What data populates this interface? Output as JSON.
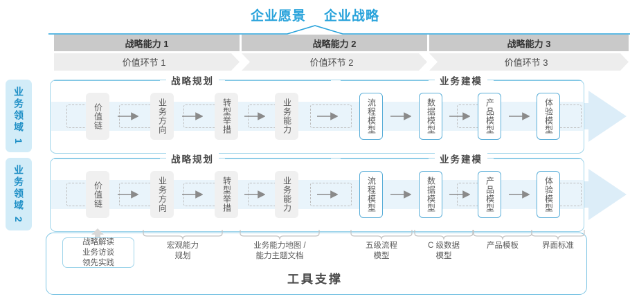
{
  "title": {
    "items": [
      "企业愿景",
      "企业战略"
    ],
    "accent": "#29a3db"
  },
  "capability_bar": {
    "cells": [
      "战略能力 1",
      "战略能力 2",
      "战略能力 3"
    ],
    "bg": "#c9c9c9"
  },
  "value_bar": {
    "cells": [
      "价值环节 1",
      "价值环节 2",
      "价值环节 3"
    ],
    "bg": "#ededed"
  },
  "domains": [
    {
      "label": "业务领域 1"
    },
    {
      "label": "业务领域 2"
    }
  ],
  "sections": {
    "planning": "战略规划",
    "modeling": "业务建模"
  },
  "nodes": {
    "planning": [
      "价值链",
      "业务方向",
      "转型举措",
      "业务能力"
    ],
    "modeling": [
      "流程模型",
      "数据模型",
      "产品模型",
      "体验模型"
    ]
  },
  "tool_support": {
    "title": "工具支撑",
    "boxed_label": "战略解读\n业务访谈\n领先实践",
    "boxed_lines": [
      "战略解读",
      "业务访谈",
      "领先实践"
    ],
    "labels": [
      {
        "lines": [
          "宏观能力",
          "规划"
        ]
      },
      {
        "lines": [
          "业务能力地图 /",
          "能力主题文档"
        ]
      },
      {
        "lines": [
          "五级流程",
          "模型"
        ]
      },
      {
        "lines": [
          "C 级数据",
          "模型"
        ]
      },
      {
        "lines": [
          "产品模板"
        ]
      },
      {
        "lines": [
          "界面标准"
        ]
      }
    ]
  },
  "colors": {
    "accent_blue": "#29a3db",
    "border_blue": "#9ed4ea",
    "band_blue": "#e9f4fb",
    "domain_bg": "#d2ecf8",
    "node_gray": "#f0f0f0",
    "text_gray": "#595959"
  }
}
